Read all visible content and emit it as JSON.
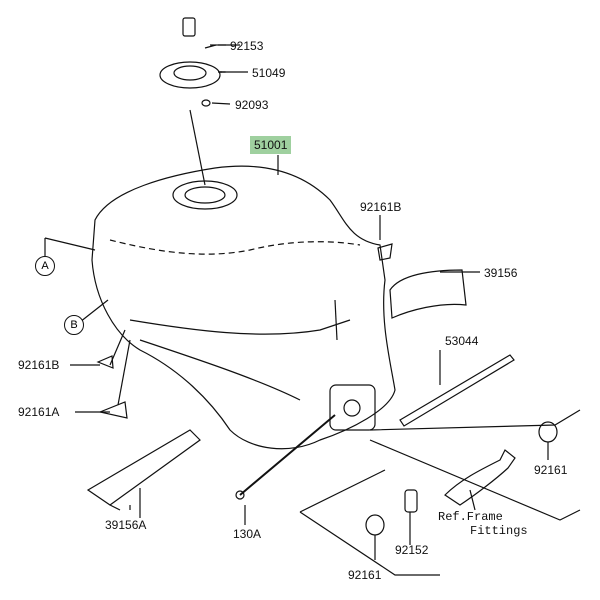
{
  "highlight_color": "#9fd09f",
  "parts": {
    "p92153": "92153",
    "p51049": "51049",
    "p92093": "92093",
    "p51001": "51001",
    "p92161B_right": "92161B",
    "p39156": "39156",
    "p92161B_left": "92161B",
    "p92161A": "92161A",
    "p53044": "53044",
    "p39156A": "39156A",
    "p130A": "130A",
    "p92161_right": "92161",
    "p92152": "92152",
    "p92161_bottom": "92161",
    "ref_line1": "Ref.Frame",
    "ref_line2": "Fittings"
  },
  "callouts": {
    "a": "A",
    "b": "B"
  }
}
